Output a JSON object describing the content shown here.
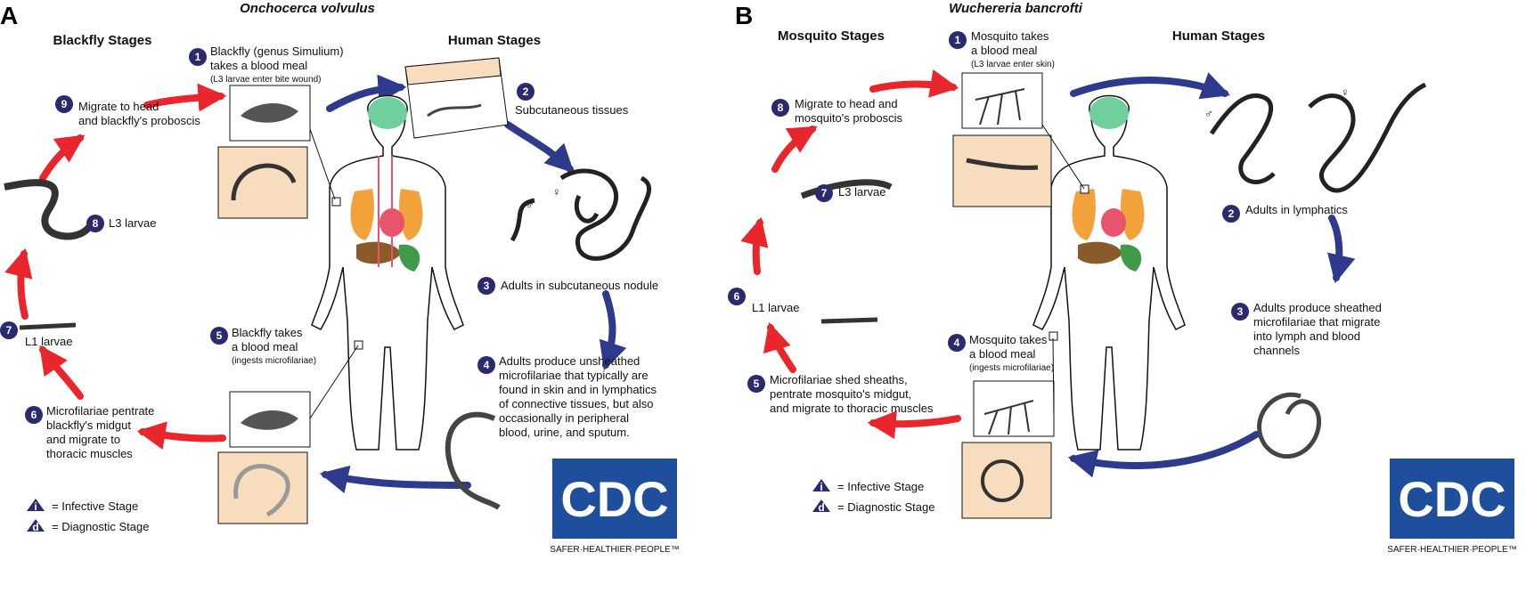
{
  "panels": [
    {
      "letter": "A",
      "title": "Onchocerca volvulus",
      "left_header": "Blackfly Stages",
      "right_header": "Human Stages",
      "steps": [
        {
          "n": "1",
          "lines": [
            "Blackfly (genus Simulium)",
            "takes a blood meal"
          ],
          "sub": "(L3 larvae enter bite wound)"
        },
        {
          "n": "2",
          "lines": [
            "Subcutaneous tissues"
          ]
        },
        {
          "n": "3",
          "lines": [
            "Adults in subcutaneous nodule"
          ]
        },
        {
          "n": "4",
          "lines": [
            "Adults produce unsheathed",
            "microfilariae that typically are",
            "found in skin and in lymphatics",
            "of connective tissues,  but also",
            "occasionally in peripheral",
            "blood, urine, and sputum."
          ]
        },
        {
          "n": "5",
          "lines": [
            "Blackfly takes",
            "a blood meal"
          ],
          "sub": "(ingests microfilariae)"
        },
        {
          "n": "6",
          "lines": [
            "Microfilariae pentrate",
            "blackfly's midgut",
            "and migrate to",
            "thoracic muscles"
          ]
        },
        {
          "n": "7",
          "lines": [
            "L1 larvae"
          ]
        },
        {
          "n": "8",
          "lines": [
            "L3 larvae"
          ]
        },
        {
          "n": "9",
          "lines": [
            "Migrate to head",
            "and blackfly's proboscis"
          ]
        }
      ],
      "legend": {
        "infective": "= Infective Stage",
        "diagnostic": "= Diagnostic Stage"
      },
      "sex": {
        "male": "♂",
        "female": "♀"
      },
      "logo": {
        "text": "CDC",
        "tagline": "SAFER·HEALTHIER·PEOPLE™"
      }
    },
    {
      "letter": "B",
      "title": "Wuchereria bancrofti",
      "left_header": "Mosquito Stages",
      "right_header": "Human Stages",
      "steps": [
        {
          "n": "1",
          "lines": [
            "Mosquito takes",
            "a blood meal"
          ],
          "sub": "(L3 larvae enter skin)"
        },
        {
          "n": "2",
          "lines": [
            "Adults in lymphatics"
          ]
        },
        {
          "n": "3",
          "lines": [
            "Adults produce sheathed",
            "microfilariae that migrate",
            "into lymph and blood",
            "channels"
          ]
        },
        {
          "n": "4",
          "lines": [
            "Mosquito takes",
            "a blood meal"
          ],
          "sub": "(ingests microfilariae)"
        },
        {
          "n": "5",
          "lines": [
            "Microfilariae shed sheaths,",
            "pentrate mosquito's midgut,",
            "and migrate to thoracic muscles"
          ]
        },
        {
          "n": "6",
          "lines": [
            "L1 larvae"
          ]
        },
        {
          "n": "7",
          "lines": [
            "L3 larvae"
          ]
        },
        {
          "n": "8",
          "lines": [
            "Migrate to head and",
            "mosquito's proboscis"
          ]
        }
      ],
      "legend": {
        "infective": "= Infective Stage",
        "diagnostic": "= Diagnostic Stage"
      },
      "sex": {
        "male": "♂",
        "female": "♀"
      },
      "logo": {
        "text": "CDC",
        "tagline": "SAFER·HEALTHIER·PEOPLE™"
      }
    }
  ],
  "badges": {
    "infective": "i",
    "diagnostic": "d"
  },
  "colors": {
    "blue_arrow": "#2e3a8c",
    "red_arrow": "#e8262b",
    "badge": "#2a2a6e",
    "skin_box": "#f7dcbd",
    "cdc_blue": "#1f4e9c",
    "brain": "#6fcf9d",
    "lungs": "#f2a23a",
    "heart": "#e8546b",
    "liver": "#8a5a2b",
    "stomach": "#3f9a4a"
  }
}
